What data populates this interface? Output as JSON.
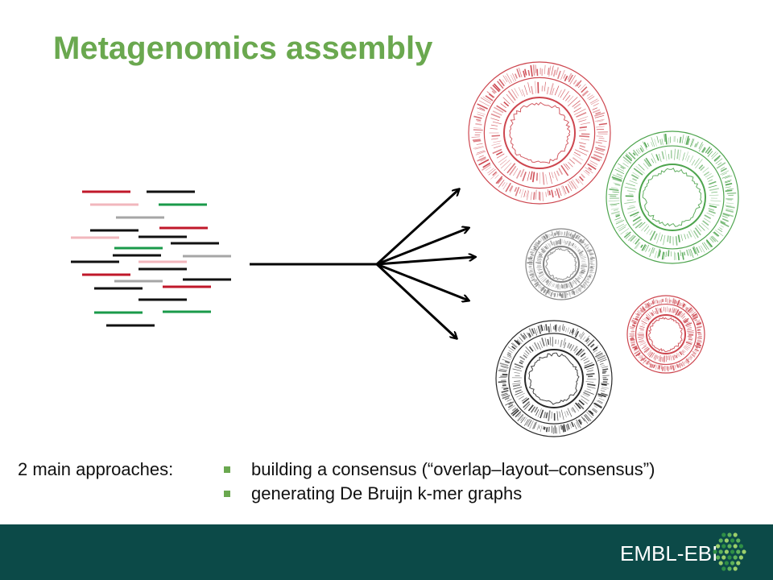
{
  "slide": {
    "title": "Metagenomics assembly"
  },
  "approaches": {
    "lead": "2 main approaches:",
    "items": [
      "building a consensus  (“overlap–layout–consensus”)",
      "generating De Bruijn k-mer graphs"
    ]
  },
  "footer": {
    "logo_text": "EMBL-EBI"
  },
  "colors": {
    "title_green": "#6aa84f",
    "footer_bg": "#0c4a48",
    "read_red": "#c0182a",
    "read_pink": "#f2b7bd",
    "read_green": "#1a9a4a",
    "read_gray": "#a6a6a6",
    "read_black": "#111111",
    "genome_red": "#c8323c",
    "genome_green": "#3a9a3a",
    "genome_gray": "#777777",
    "genome_black": "#111111"
  },
  "icons": [
    "arrow-icon",
    "circular-genome-icon",
    "embl-ebi-logo-icon",
    "bullet-icon"
  ]
}
